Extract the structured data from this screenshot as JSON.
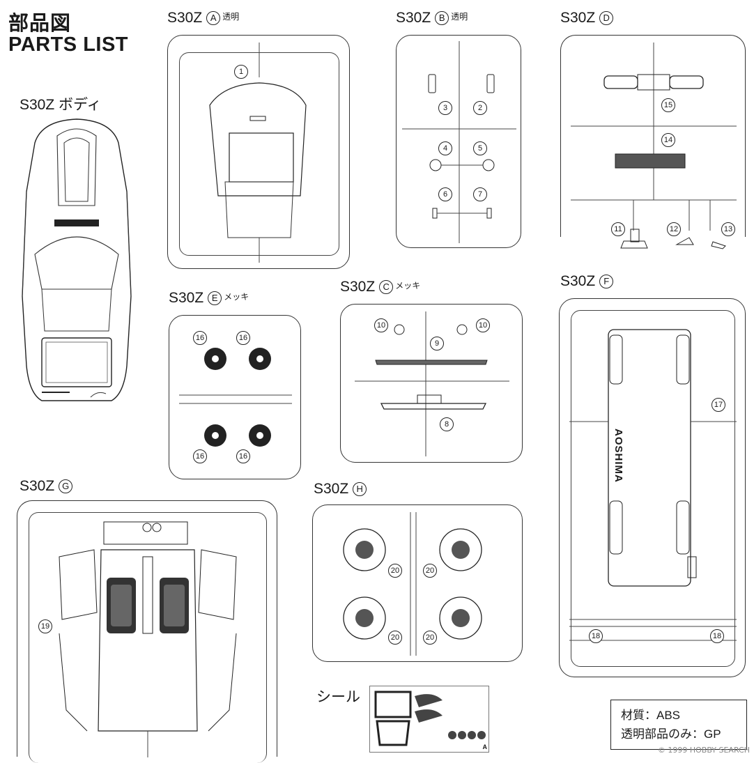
{
  "header": {
    "title_ja": "部品図",
    "title_en": "PARTS LIST"
  },
  "body_label": "S30Z ボディ",
  "trees": [
    {
      "id": "A",
      "prefix": "S30Z",
      "letter": "A",
      "note": "透明"
    },
    {
      "id": "B",
      "prefix": "S30Z",
      "letter": "B",
      "note": "透明"
    },
    {
      "id": "D",
      "prefix": "S30Z",
      "letter": "D",
      "note": ""
    },
    {
      "id": "E",
      "prefix": "S30Z",
      "letter": "E",
      "note": "メッキ"
    },
    {
      "id": "C",
      "prefix": "S30Z",
      "letter": "C",
      "note": "メッキ"
    },
    {
      "id": "F",
      "prefix": "S30Z",
      "letter": "F",
      "note": ""
    },
    {
      "id": "G",
      "prefix": "S30Z",
      "letter": "G",
      "note": ""
    },
    {
      "id": "H",
      "prefix": "S30Z",
      "letter": "H",
      "note": ""
    }
  ],
  "parts": {
    "p1": "1",
    "p2": "2",
    "p3": "3",
    "p4": "4",
    "p5": "5",
    "p6": "6",
    "p7": "7",
    "p8": "8",
    "p9": "9",
    "p10": "10",
    "p11": "11",
    "p12": "12",
    "p13": "13",
    "p14": "14",
    "p15": "15",
    "p16": "16",
    "p17": "17",
    "p18": "18",
    "p19": "19",
    "p20": "20"
  },
  "chassis_logo": "AOSHIMA",
  "decal_label": "シール",
  "decal_letter": "A",
  "materials": {
    "line1": "材質：ABS",
    "line2": "透明部品のみ：GP"
  },
  "watermark": "© 1999 HOBBY SEARCH"
}
